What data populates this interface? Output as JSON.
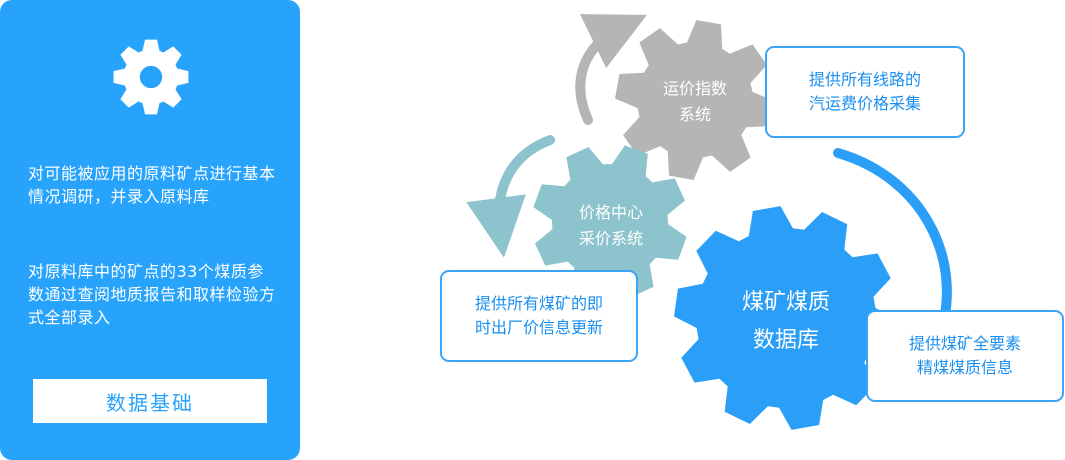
{
  "panel": {
    "icon": "gear-icon",
    "paragraph1": "对可能被应用的原料矿点进行基本情况调研，并录入原料库",
    "paragraph2": "对原料库中的矿点的33个煤质参数通过查阅地质报告和取样检验方式全部录入",
    "button_label": "数据基础"
  },
  "diagram": {
    "gears": {
      "freight": {
        "line1": "运价指数",
        "line2": "系统",
        "color": "#b5b5b5"
      },
      "price": {
        "line1": "价格中心",
        "line2": "采价系统",
        "color": "#8cc3cc"
      },
      "coal": {
        "line1": "煤矿煤质",
        "line2": "数据库",
        "color": "#2b9ff7"
      }
    },
    "boxes": {
      "freight": {
        "line1": "提供所有线路的",
        "line2": "汽运费价格采集"
      },
      "price": {
        "line1": "提供所有煤矿的即",
        "line2": "时出厂价信息更新"
      },
      "coal": {
        "line1": "提供煤矿全要素",
        "line2": "精煤煤质信息"
      }
    }
  },
  "colors": {
    "panel_bg": "#28a3fc",
    "box_border": "#3aa4f7",
    "box_text": "#1a8ff0"
  }
}
